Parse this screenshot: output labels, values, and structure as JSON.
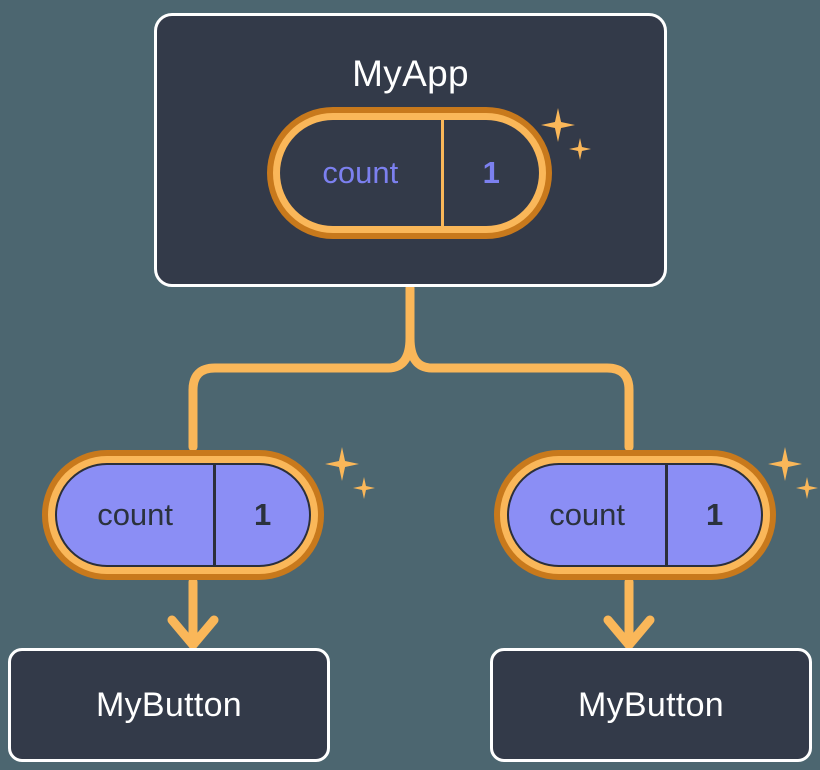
{
  "diagram": {
    "background_color": "#4c6670",
    "accent_orange": "#fab759",
    "accent_orange_dark": "#c8791c",
    "accent_purple": "#8b8ef5",
    "card_fill": "#333a49",
    "card_border": "#ffffff",
    "state_text_color_dark_pill": "#7c80ef",
    "state_text_color_purple_pill": "#2b323d"
  },
  "root": {
    "title": "MyApp",
    "state": {
      "key": "count",
      "value": "1"
    },
    "sparkle_icon": "sparkle-icon"
  },
  "branches": [
    {
      "state": {
        "key": "count",
        "value": "1"
      },
      "sparkle_icon": "sparkle-icon",
      "child": {
        "title": "MyButton"
      }
    },
    {
      "state": {
        "key": "count",
        "value": "1"
      },
      "sparkle_icon": "sparkle-icon",
      "child": {
        "title": "MyButton"
      }
    }
  ]
}
